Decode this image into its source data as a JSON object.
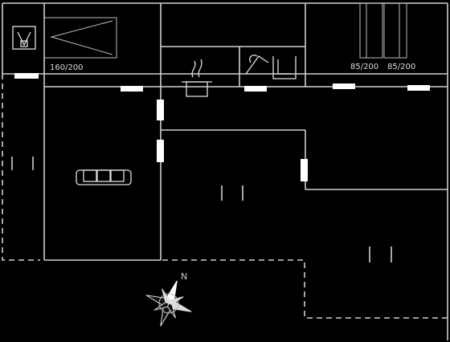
{
  "beds": {
    "double_bed": "160/200",
    "single_bed_a": "85/200",
    "single_bed_b": "85/200"
  },
  "compass": {
    "north": "N"
  },
  "icons": [
    "toilet-icon",
    "cooking-pot-icon",
    "shower-icon",
    "sofa-icon",
    "bed-icon",
    "compass-rose-icon"
  ],
  "colors": {
    "background": "#000000",
    "walls": "#cfcfcf",
    "windows": "#ffffff"
  }
}
